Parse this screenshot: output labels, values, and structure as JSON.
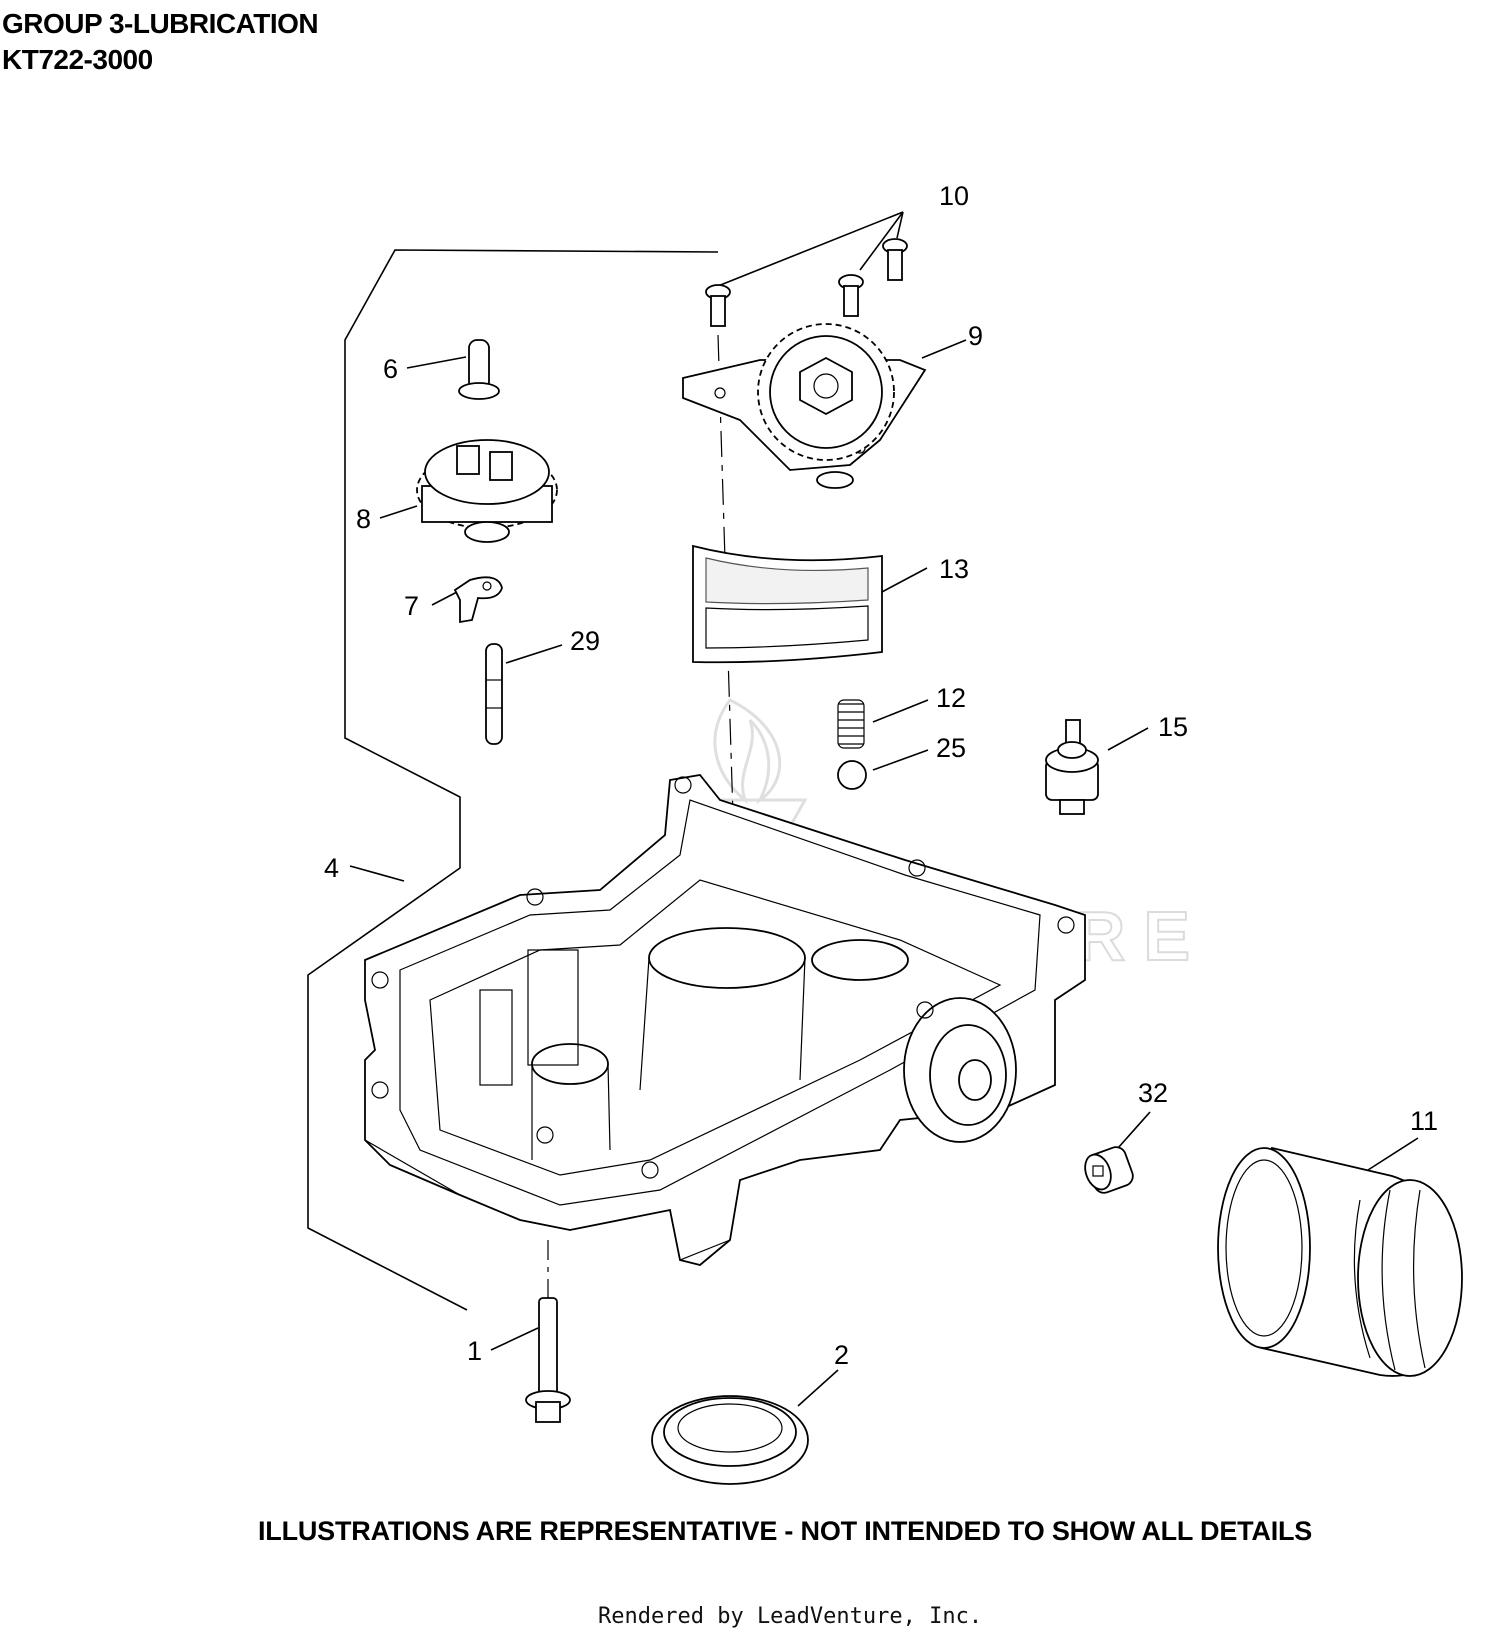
{
  "header": {
    "title": "GROUP 3-LUBRICATION",
    "model": "KT722-3000"
  },
  "callouts": {
    "c10": "10",
    "c9": "9",
    "c6": "6",
    "c8": "8",
    "c13": "13",
    "c7": "7",
    "c29": "29",
    "c12": "12",
    "c15": "15",
    "c25": "25",
    "c4": "4",
    "c32": "32",
    "c11": "11",
    "c1": "1",
    "c2": "2"
  },
  "watermark": "LEADVENTURE",
  "footer": {
    "disclaimer": "ILLUSTRATIONS ARE REPRESENTATIVE - NOT INTENDED TO SHOW ALL DETAILS",
    "rendered_by": "Rendered by LeadVenture, Inc."
  }
}
